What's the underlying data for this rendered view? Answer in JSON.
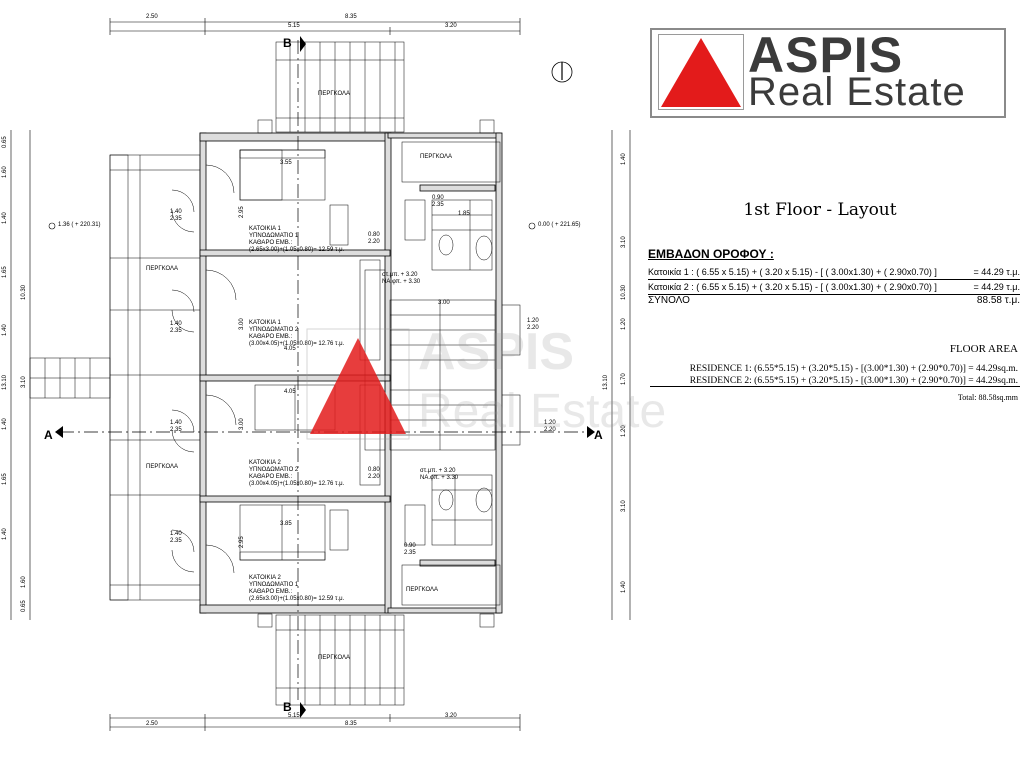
{
  "logo": {
    "line1": "ASPIS",
    "line2": "Real Estate",
    "accent": "#e31b1b",
    "text_color": "#3b3b3b"
  },
  "title": "1st Floor - Layout",
  "greek": {
    "heading": "ΕΜΒΑΔΟΝ ΟΡΟΦΟΥ :",
    "row1_formula": "Κατοικία 1 :  ( 6.55 x 5.15)  + ( 3.20 x 5.15)  - [ ( 3.00x1.30)  + ( 2.90x0.70) ]",
    "row1_value": "= 44.29 τ.μ.",
    "row2_formula": "Κατοικία 2 :  ( 6.55 x 5.15)  + ( 3.20 x 5.15)  - [ ( 3.00x1.30)  + ( 2.90x0.70) ]",
    "row2_value": "= 44.29 τ.μ.",
    "total_label": "ΣΥΝΟΛΟ",
    "total_value": "88.58 τ.μ."
  },
  "english": {
    "heading": "FLOOR AREA",
    "row1": "RESIDENCE 1: (6.55*5.15) + (3.20*5.15) - [(3.00*1.30) + (2.90*0.70)] = 44.29sq.m.",
    "row2": "RESIDENCE 2: (6.55*5.15) + (3.20*5.15) - [(3.00*1.30) + (2.90*0.70)] = 44.29sq.m.",
    "total": "Total: 88.58sq.mm"
  },
  "watermark": {
    "line1": "ASPIS",
    "line2": "Real Estate"
  },
  "plan": {
    "top_dims": {
      "d1": "2.50",
      "d2": "8.35",
      "d3": "5.15",
      "d4": "3.20"
    },
    "bottom_dims": {
      "d1": "2.50",
      "d2": "8.35",
      "d3": "5.15",
      "d4": "3.20"
    },
    "left_dims": [
      "0.65",
      "1.60",
      "1.40",
      "1.65",
      "1.40",
      "3.10",
      "1.40",
      "1.65",
      "1.40",
      "1.60",
      "0.65"
    ],
    "left_total": "13.10",
    "left_sub": "10.30",
    "right_dims": [
      "1.40",
      "3.10",
      "1.20",
      "1.70",
      "1.20",
      "3.10",
      "1.40"
    ],
    "right_total": "13.10",
    "right_sub": "10.30",
    "section_b": "B",
    "section_a": "A",
    "pergola": "ΠΕΡΓΚΟΛΑ",
    "level_left": "1.36 ( + 220.31)",
    "level_right": "0.00 ( + 221.65)",
    "room1_name": "ΚΑΤΟΙΚΙΑ 1",
    "room1_sub": "ΥΠΝΟΔΩΜΑΤΙΟ 1",
    "room1_area_label": "ΚΑΘΑΡΟ ΕΜΒ.:",
    "room1_area": "(2.65x3.00)+(1.05x0.80)= 12.59 τ.μ.",
    "room2_name": "ΚΑΤΟΙΚΙΑ 1",
    "room2_sub": "ΥΠΝΟΔΩΜΑΤΙΟ 2",
    "room2_area_label": "ΚΑΘΑΡΟ ΕΜΒ.:",
    "room2_area": "(3.00x4.05)+(1.05x0.80)= 12.76 τ.μ.",
    "room3_name": "ΚΑΤΟΙΚΙΑ 2",
    "room3_sub": "ΥΠΝΟΔΩΜΑΤΙΟ 2",
    "room3_area_label": "ΚΑΘΑΡΟ ΕΜΒ.:",
    "room3_area": "(3.00x4.05)+(1.05x0.80)= 12.76 τ.μ.",
    "room4_name": "ΚΑΤΟΙΚΙΑ 2",
    "room4_sub": "ΥΠΝΟΔΩΜΑΤΙΟ 1",
    "room4_area_label": "ΚΑΘΑΡΟ ΕΜΒ.:",
    "room4_area": "(2.65x3.00)+(1.05x0.80)= 12.59 τ.μ.",
    "lvl1": "στ.μπ. + 3.20",
    "lvl1b": "ΝΑ.φπ. + 3.30",
    "lvl2": "στ.μπ. + 3.20",
    "lvl2b": "ΝΑ.φπ. + 3.30",
    "w1": "3.55",
    "w2": "4.05",
    "w3": "4.05",
    "w4": "3.85",
    "h1": "2.95",
    "h2": "3.00",
    "h3": "3.00",
    "h4": "2.95",
    "stair": "3.00",
    "bath_w": "1.85",
    "opening": "0.90",
    "opening_h": "2.35",
    "win": "1.40",
    "win_h": "2.35",
    "door": "0.80",
    "door_h": "2.20",
    "r_open": "1.20",
    "r_open_h": "2.20"
  }
}
